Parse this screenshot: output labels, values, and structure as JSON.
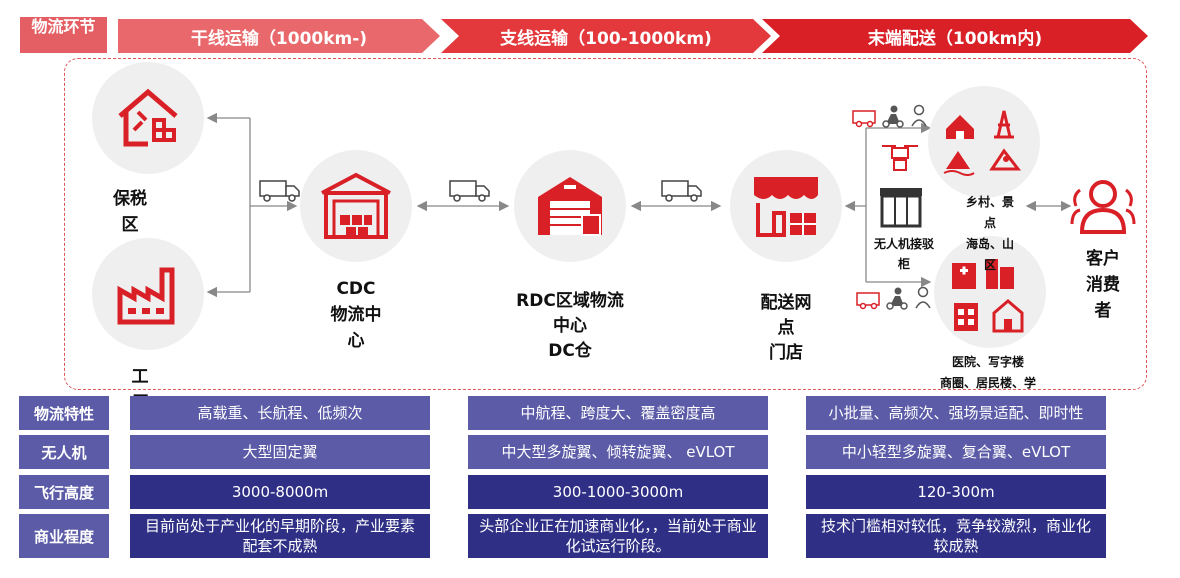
{
  "header": {
    "stage_label": "物流环节",
    "stages": [
      "干线运输（1000km-)",
      "支线运输（100-1000km)",
      "末端配送（100km内)"
    ],
    "stage_colors": [
      "#e8686b",
      "#e3393d",
      "#d92027"
    ]
  },
  "nodes": {
    "bonded": "保税区",
    "factory": "工厂",
    "cdc": [
      "CDC",
      "物流中",
      "心"
    ],
    "rdc": [
      "RDC区域物流",
      "中心",
      "DC仓"
    ],
    "outlet": [
      "配送网",
      "点",
      "门店"
    ],
    "locker": [
      "无人机接驳",
      "柜"
    ],
    "rural": [
      "乡村、景",
      "点",
      "海岛、山",
      "区"
    ],
    "urban": [
      "医院、写字楼",
      "商圈、居民楼、学"
    ],
    "customer": [
      "客户",
      "消费",
      "者"
    ]
  },
  "table": {
    "rows": [
      {
        "head": "物流特性",
        "cells": [
          "高载重、长航程、低频次",
          "中航程、跨度大、覆盖密度高",
          "小批量、高频次、强场景适配、即时性"
        ]
      },
      {
        "head": "无人机",
        "cells": [
          "大型固定翼",
          "中大型多旋翼、倾转旋翼、 eVLOT",
          "中小轻型多旋翼、复合翼、eVLOT"
        ]
      },
      {
        "head": "飞行高度",
        "cells": [
          "3000-8000m",
          "300-1000-3000m",
          "120-300m"
        ]
      },
      {
        "head": "商业程度",
        "cells": [
          "目前尚处于产业化的早期阶段，产业要素配套不成熟",
          "头部企业正在加速商业化，，当前处于商业化试运行阶段。",
          "技术门槛相对较低，竞争较激烈，商业化较成熟"
        ]
      }
    ]
  }
}
